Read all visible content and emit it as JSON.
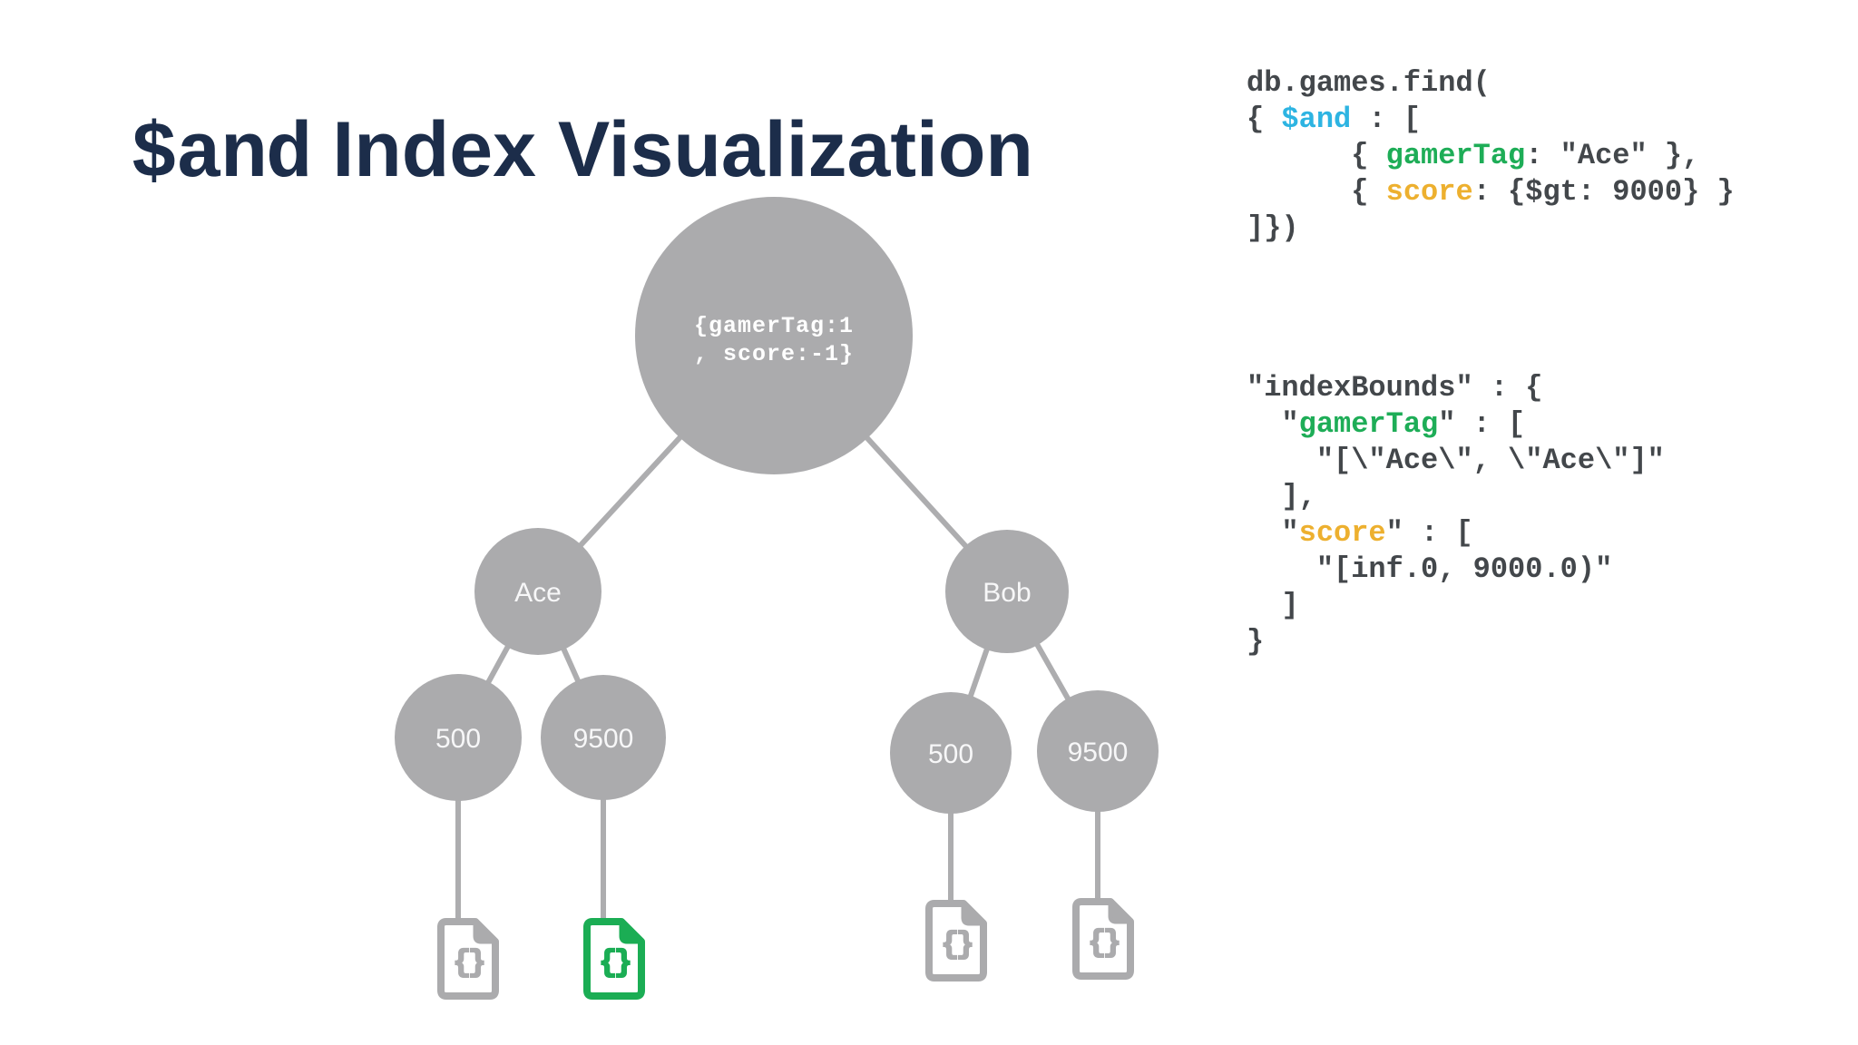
{
  "title": {
    "keyword": "$and",
    "rest": " Index Visualization"
  },
  "colors": {
    "background": "#ffffff",
    "title_navy": "#1c2d4a",
    "code_text": "#43474b",
    "operator_cyan": "#2db4e2",
    "gamertag_green": "#1ead57",
    "score_yellow": "#edb02f",
    "node_gray": "#ababad",
    "edge_gray": "#adadaf",
    "doc_icon_gray": "#ababad",
    "doc_icon_green": "#1bad54",
    "node_text_white": "#ffffff"
  },
  "query_code": {
    "lines": [
      [
        [
          "db.games.find(",
          "plain"
        ]
      ],
      [
        [
          "{ ",
          "plain"
        ],
        [
          "$and",
          "cyan"
        ],
        [
          " : [",
          "plain"
        ]
      ],
      [
        [
          "      { ",
          "plain"
        ],
        [
          "gamerTag",
          "green"
        ],
        [
          ": \"Ace\" },",
          "plain"
        ]
      ],
      [
        [
          "      { ",
          "plain"
        ],
        [
          "score",
          "yellow"
        ],
        [
          ": {$gt: 9000} }",
          "plain"
        ]
      ],
      [
        [
          "]})",
          "plain"
        ]
      ]
    ]
  },
  "index_bounds_code": {
    "lines": [
      [
        [
          "\"indexBounds\" : {",
          "plain"
        ]
      ],
      [
        [
          "  \"",
          "plain"
        ],
        [
          "gamerTag",
          "green"
        ],
        [
          "\" : [",
          "plain"
        ]
      ],
      [
        [
          "    \"[\\\"Ace\\\", \\\"Ace\\\"]\"",
          "plain"
        ]
      ],
      [
        [
          "  ],",
          "plain"
        ]
      ],
      [
        [
          "  \"",
          "plain"
        ],
        [
          "score",
          "yellow"
        ],
        [
          "\" : [",
          "plain"
        ]
      ],
      [
        [
          "    \"[inf.0, 9000.0)\"",
          "plain"
        ]
      ],
      [
        [
          "  ]",
          "plain"
        ]
      ],
      [
        [
          "}",
          "plain"
        ]
      ]
    ]
  },
  "tree": {
    "root": {
      "line1": "{gamerTag:1",
      "line2": ", score:-1}"
    },
    "nodes": [
      {
        "label": "Ace"
      },
      {
        "label": "Bob"
      },
      {
        "label": "500"
      },
      {
        "label": "9500"
      },
      {
        "label": "500"
      },
      {
        "label": "9500"
      }
    ],
    "documents": [
      {
        "glyph": "{}",
        "state": "not-matched"
      },
      {
        "glyph": "{}",
        "state": "matched"
      },
      {
        "glyph": "{}",
        "state": "not-matched"
      },
      {
        "glyph": "{}",
        "state": "not-matched"
      }
    ]
  }
}
